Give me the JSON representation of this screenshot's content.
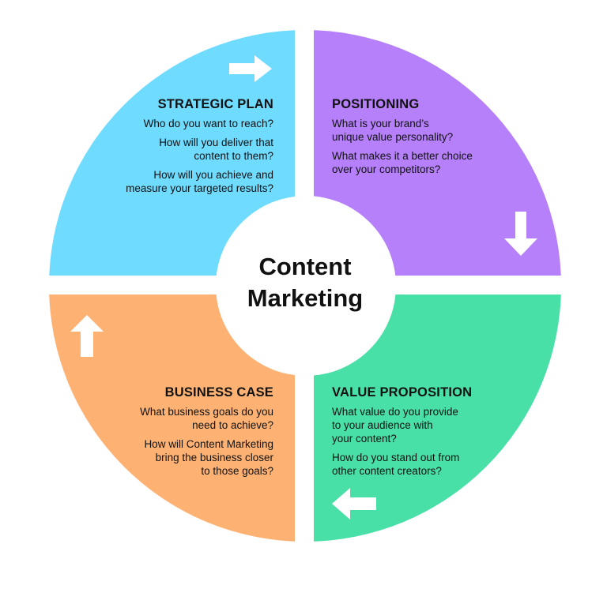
{
  "center": {
    "line1": "Content",
    "line2": "Marketing"
  },
  "colors": {
    "strategic": "#6FDBFE",
    "positioning": "#B580F9",
    "value": "#49E0A8",
    "business": "#FDB273"
  },
  "quadrants": {
    "strategic_plan": {
      "title": "STRATEGIC PLAN",
      "questions": [
        "Who do you want to reach?",
        "How will you deliver that\ncontent to them?",
        "How will you achieve and\nmeasure your targeted results?"
      ],
      "arrow": "arrow-right-icon"
    },
    "positioning": {
      "title": "POSITIONING",
      "questions": [
        "What is your brand’s\nunique value personality?",
        "What makes it a better choice\nover your competitors?"
      ],
      "arrow": "arrow-down-icon"
    },
    "value_proposition": {
      "title": "VALUE PROPOSITION",
      "questions": [
        "What value do you provide\nto your audience with\nyour content?",
        "How do you stand out from\nother content creators?"
      ],
      "arrow": "arrow-left-icon"
    },
    "business_case": {
      "title": "BUSINESS CASE",
      "questions": [
        "What business goals do you\nneed to achieve?",
        "How will Content Marketing\nbring the business closer\nto those goals?"
      ],
      "arrow": "arrow-up-icon"
    }
  }
}
